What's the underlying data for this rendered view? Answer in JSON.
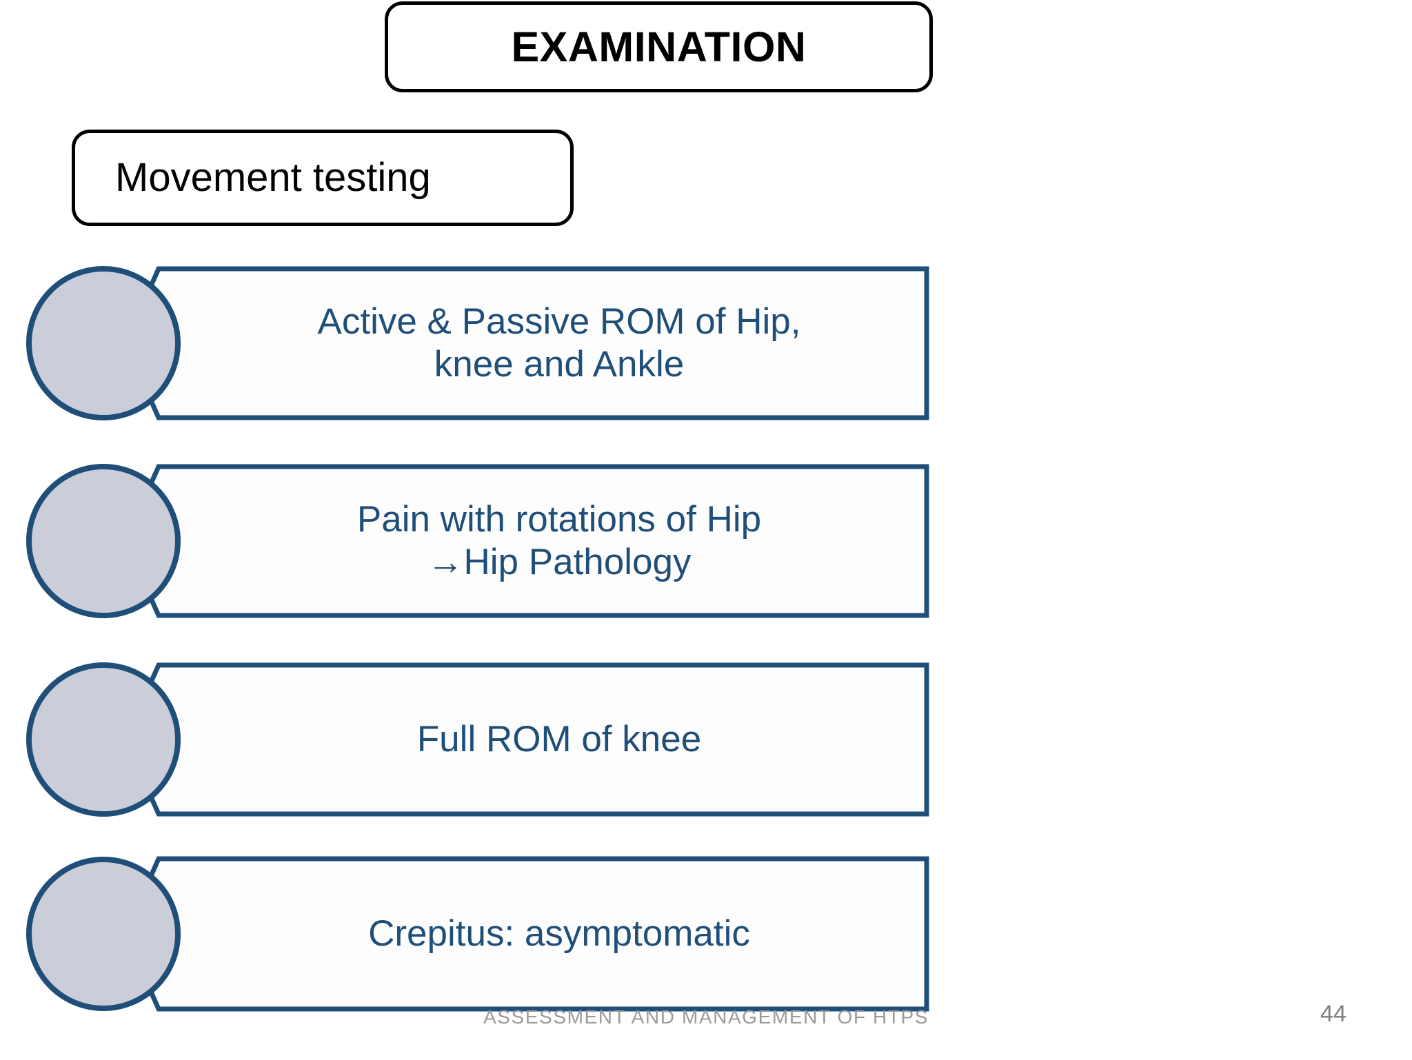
{
  "slide": {
    "title": "EXAMINATION",
    "subtitle": "Movement testing",
    "footer": "ASSESSMENT AND MANAGEMENT OF HTPS",
    "page_number": "44",
    "colors": {
      "accent_blue": "#1F4E79",
      "bullet_fill": "#CBCDD9",
      "title_border": "#000000",
      "footer_gray": "#9a9a9a"
    }
  },
  "items": [
    {
      "id": "active-passive-rom",
      "line1": "Active & Passive ROM of Hip,",
      "line2": "knee and Ankle"
    },
    {
      "id": "pain-with-rotations",
      "line1": "Pain with rotations of Hip",
      "line2": "→Hip Pathology"
    },
    {
      "id": "full-rom-knee",
      "line1": "Full ROM of knee",
      "line2": ""
    },
    {
      "id": "crepitus",
      "line1": "Crepitus: asymptomatic",
      "line2": ""
    }
  ]
}
